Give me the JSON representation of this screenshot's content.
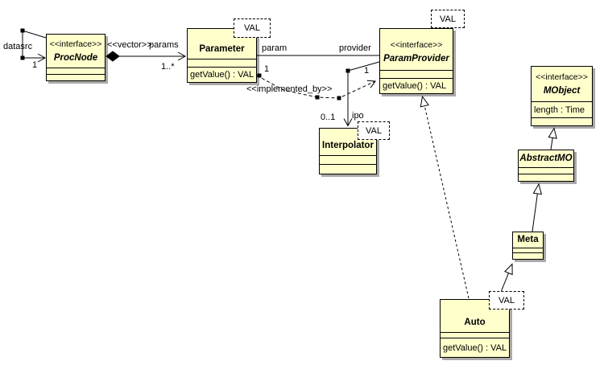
{
  "diagram": {
    "background": "#ffffff",
    "node_fill": "#ffffcc",
    "node_border": "#000000",
    "shadow_color": "#a9a9a9",
    "kind": "UML class diagram"
  },
  "classes": {
    "procnode": {
      "stereotype": "<<interface>>",
      "name": "ProcNode"
    },
    "parameter": {
      "name": "Parameter",
      "template": "VAL",
      "operation": "getValue() : VAL"
    },
    "paramprovider": {
      "stereotype": "<<interface>>",
      "name": "ParamProvider",
      "template": "VAL",
      "operation": "getValue() : VAL"
    },
    "interpolator": {
      "name": "Interpolator",
      "template": "VAL"
    },
    "mobject": {
      "stereotype": "<<interface>>",
      "name": "MObject",
      "attribute": "length : Time"
    },
    "abstractmo": {
      "name": "AbstractMO"
    },
    "meta": {
      "name": "Meta"
    },
    "auto": {
      "name": "Auto",
      "template": "VAL",
      "operation": "getValue() : VAL"
    }
  },
  "edge_labels": {
    "datasrc_role": "datasrc",
    "datasrc_mult": "1",
    "vector_stereotype": "<<vector>>",
    "params_role": "params",
    "params_mult": "1..*",
    "param_role": "param",
    "provider_role": "provider",
    "impl_mult_left": "1",
    "impl_stereotype": "<<implemented_by>>",
    "impl_mult_right": "1",
    "ipo_mult": "0..1",
    "ipo_role": "ipo"
  }
}
